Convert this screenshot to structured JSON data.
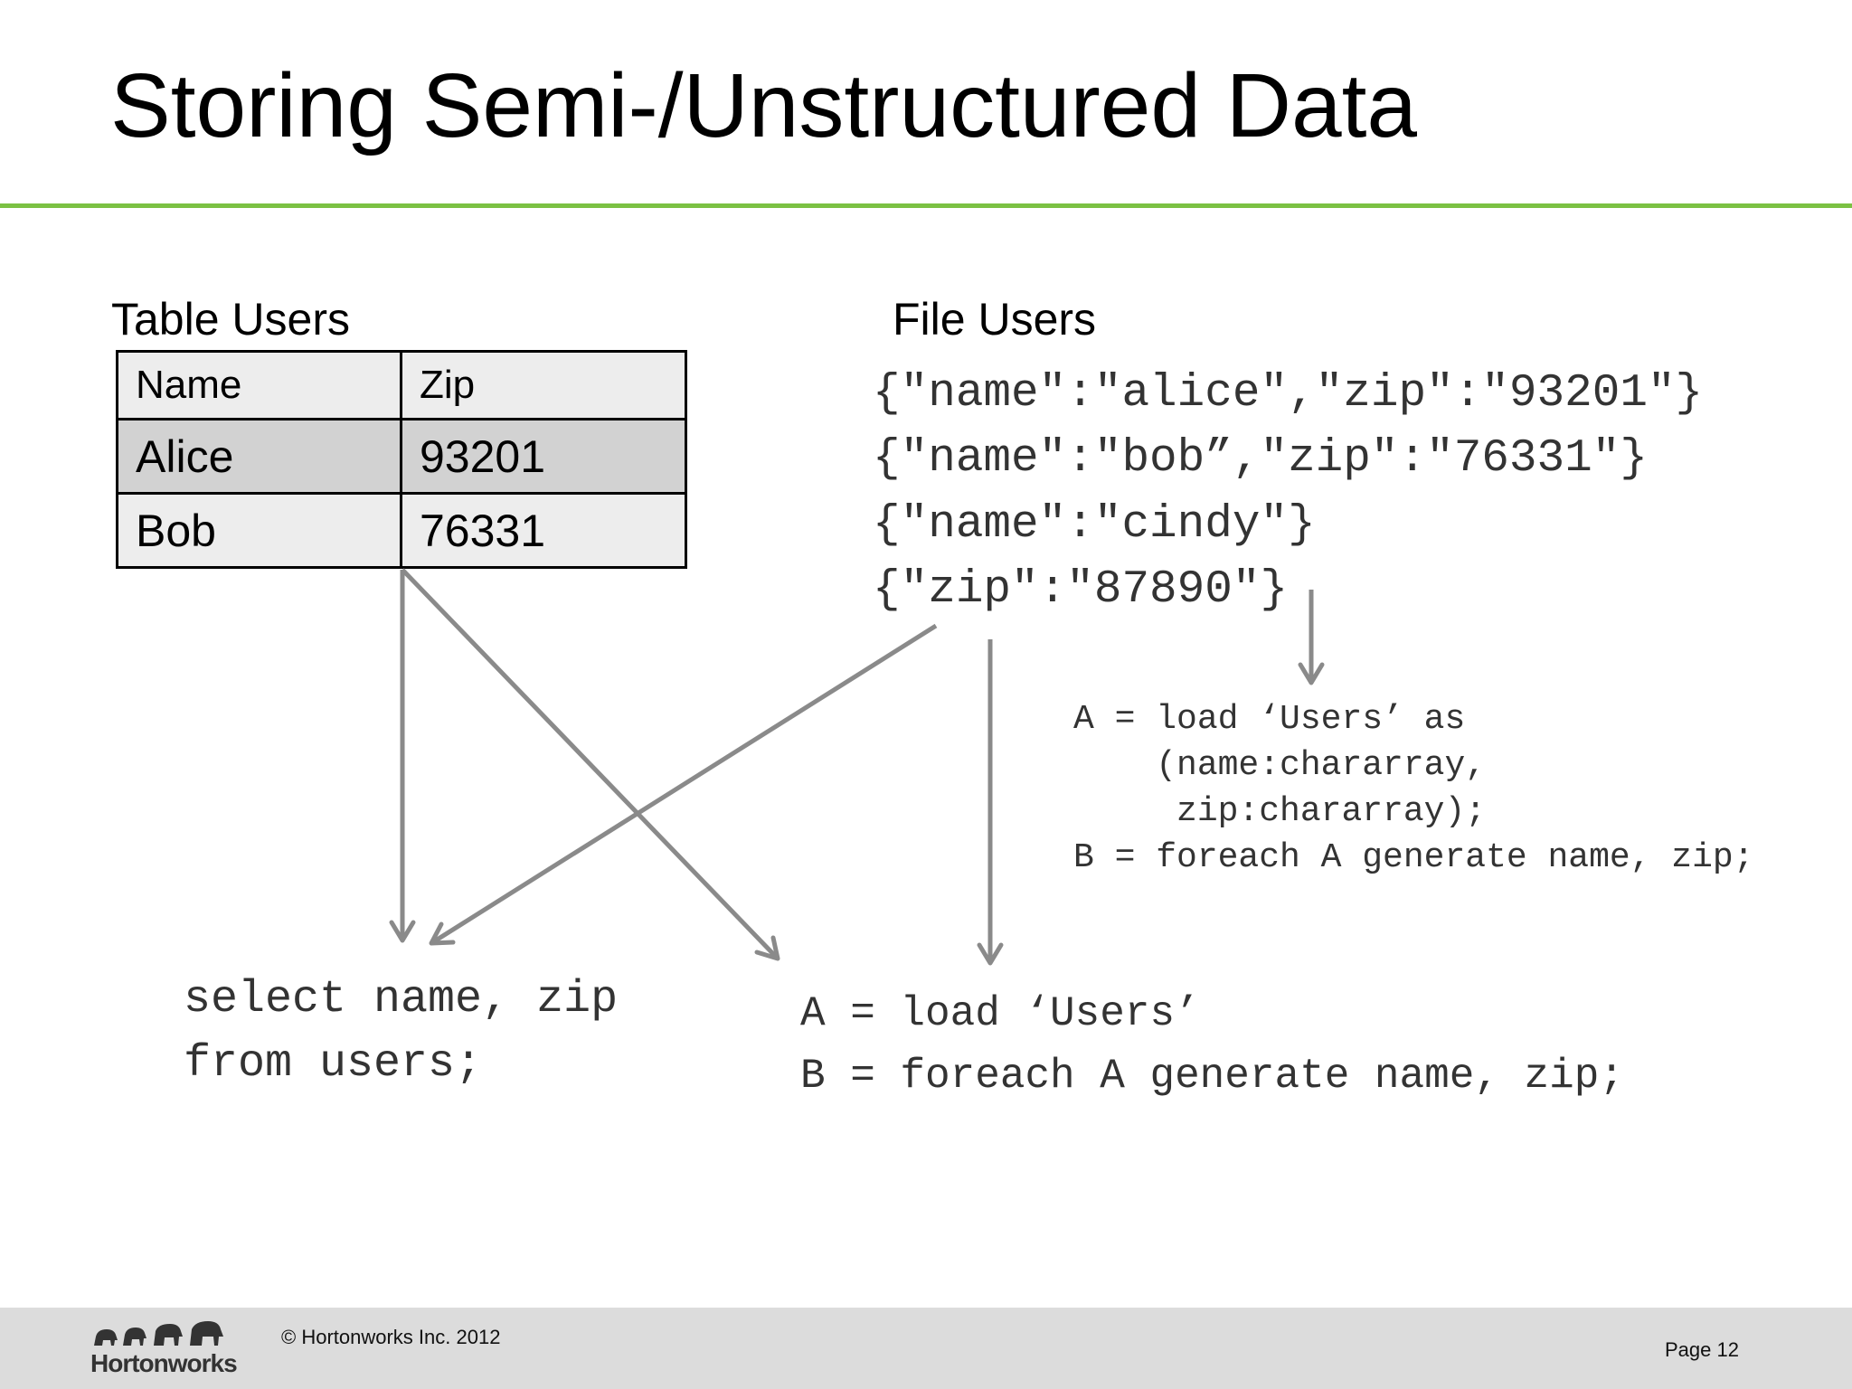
{
  "slide": {
    "title": "Storing Semi-/Unstructured Data",
    "accent_color": "#7bc143"
  },
  "table_section": {
    "label": "Table Users",
    "headers": [
      "Name",
      "Zip"
    ],
    "rows": [
      [
        "Alice",
        "93201"
      ],
      [
        "Bob",
        "76331"
      ]
    ]
  },
  "file_section": {
    "label": "File Users",
    "lines": [
      "{\"name\":\"alice\",\"zip\":\"93201\"}",
      "{\"name\":\"bob”,\"zip\":\"76331\"}",
      "{\"name\":\"cindy\"}",
      "{\"zip\":\"87890\"}"
    ]
  },
  "code": {
    "pig_with_schema": "A = load ‘Users’ as\n    (name:chararray,\n     zip:chararray);\nB = foreach A generate name, zip;",
    "sql": "select name, zip\nfrom users;",
    "pig_no_schema": "A = load ‘Users’\nB = foreach A generate name, zip;"
  },
  "diagram": {
    "arrow_color": "#8a8a8a",
    "edges": [
      {
        "from": "table_users",
        "to": "sql_query"
      },
      {
        "from": "table_users",
        "to": "pig_no_schema"
      },
      {
        "from": "file_users",
        "to": "sql_query"
      },
      {
        "from": "file_users",
        "to": "pig_no_schema"
      },
      {
        "from": "file_users",
        "to": "pig_with_schema"
      }
    ]
  },
  "footer": {
    "logo_text": "Hortonworks",
    "logo_icon": "elephants-icon",
    "copyright": "© Hortonworks Inc. 2012",
    "page": "Page 12"
  }
}
